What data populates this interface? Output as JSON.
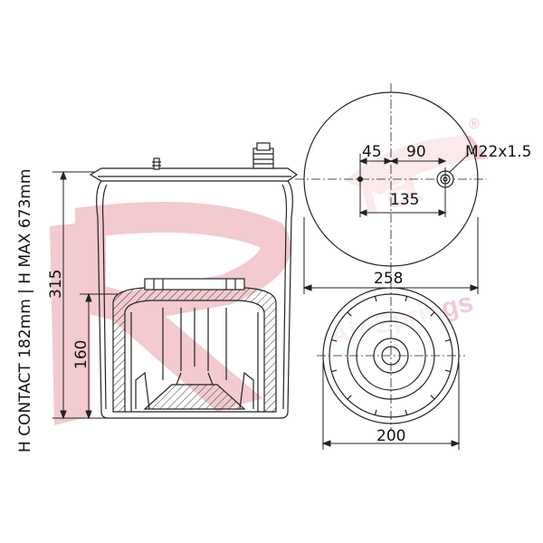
{
  "side_label": "H CONTACT 182mm | H MAX 673mm",
  "dimensions": {
    "height_total": "315",
    "height_piston": "160",
    "offset_a": "45",
    "offset_b": "90",
    "bolt_spacing": "135",
    "thread": "M22x1.5",
    "top_diameter": "258",
    "bottom_diameter": "200"
  },
  "watermark": {
    "brand": "ra",
    "tagline": "Air Springs",
    "mark": "®",
    "color": "#e8a0a8"
  }
}
